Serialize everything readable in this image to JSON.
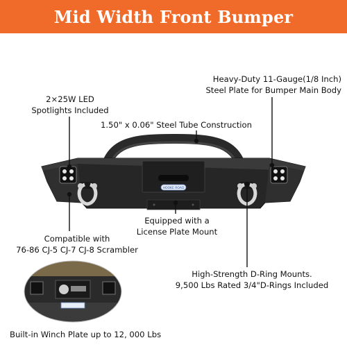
{
  "header": {
    "title": "Mid Width Front Bumper"
  },
  "callouts": {
    "spotlights": [
      "2×25W LED",
      "Spotlights Included"
    ],
    "steel_plate": [
      "Heavy-Duty 11-Gauge(1/8 Inch)",
      "Steel Plate for Bumper Main Body"
    ],
    "steel_tube": "1.50\" x 0.06\" Steel Tube Construction",
    "license_plate": [
      "Equipped with a",
      "License Plate Mount"
    ],
    "compatible": [
      "Compatible with",
      "76-86 CJ-5 CJ-7 CJ-8 Scrambler"
    ],
    "d_ring": [
      "High-Strength D-Ring Mounts.",
      "9,500 Lbs Rated 3/4\"D-Rings Included"
    ],
    "winch_plate": "Built-in Winch Plate up to 12, 000 Lbs"
  },
  "product": {
    "badge_text": "HOOKE ROAD"
  },
  "colors": {
    "banner": "#f06a2a",
    "bumper": "#262626",
    "shackle": "#d9d9d9"
  }
}
